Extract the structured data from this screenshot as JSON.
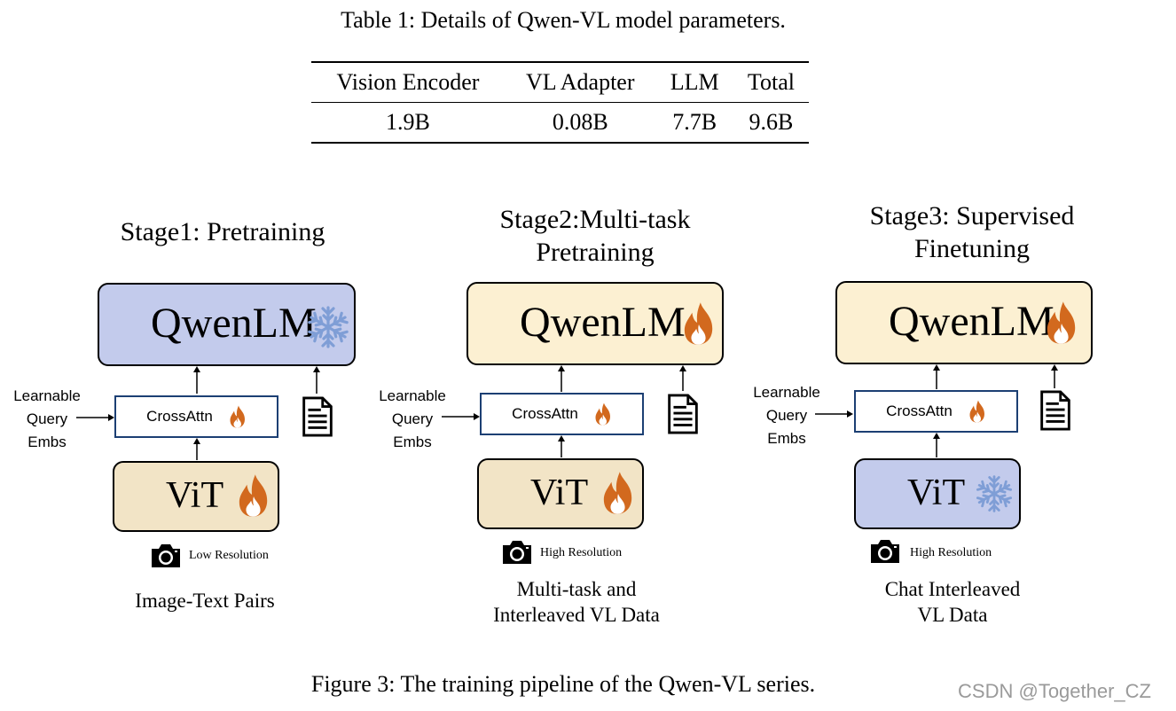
{
  "table": {
    "caption": "Table 1: Details of Qwen-VL model parameters.",
    "headers": [
      "Vision Encoder",
      "VL Adapter",
      "LLM",
      "Total"
    ],
    "rows": [
      [
        "1.9B",
        "0.08B",
        "7.7B",
        "9.6B"
      ]
    ]
  },
  "stages": [
    {
      "title": "Stage1: Pretraining",
      "llm_label": "QwenLM",
      "llm_state": "frozen",
      "llm_icon": "snowflake-icon",
      "adapter_label": "CrossAttn",
      "adapter_icon": "flame-icon",
      "query_label": "Learnable Query Embs",
      "vit_label": "ViT",
      "vit_state": "trainable",
      "vit_icon": "flame-icon",
      "resolution_label": "Low Resolution",
      "data_label_1": "Image-Text Pairs",
      "data_label_2": ""
    },
    {
      "title": "Stage2:Multi-task Pretraining",
      "llm_label": "QwenLM",
      "llm_state": "trainable",
      "llm_icon": "flame-icon",
      "adapter_label": "CrossAttn",
      "adapter_icon": "flame-icon",
      "query_label": "Learnable Query Embs",
      "vit_label": "ViT",
      "vit_state": "trainable",
      "vit_icon": "flame-icon",
      "resolution_label": "High Resolution",
      "data_label_1": "Multi-task and",
      "data_label_2": "Interleaved VL Data"
    },
    {
      "title": "Stage3: Supervised Finetuning",
      "llm_label": "QwenLM",
      "llm_state": "trainable",
      "llm_icon": "flame-icon",
      "adapter_label": "CrossAttn",
      "adapter_icon": "flame-icon",
      "query_label": "Learnable Query Embs",
      "vit_label": "ViT",
      "vit_state": "frozen",
      "vit_icon": "snowflake-icon",
      "resolution_label": "High Resolution",
      "data_label_1": "Chat Interleaved",
      "data_label_2": "VL Data"
    }
  ],
  "figure_caption": "Figure 3: The training pipeline of the Qwen-VL series.",
  "watermark": "CSDN @Together_CZ",
  "colors": {
    "frozen_fill": "#c3cbec",
    "trainable_fill": "#f2e4c6",
    "llm_trainable_fill": "#fcf0d2",
    "flame": "#d2691e",
    "snowflake": "#7f9ed6",
    "adapter_border": "#1c3f73"
  }
}
